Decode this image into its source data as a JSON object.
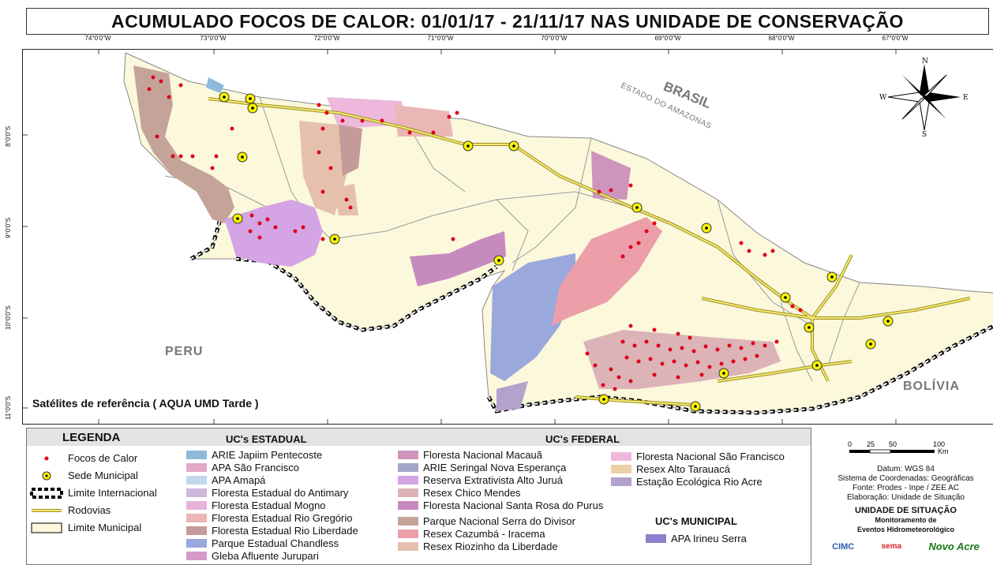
{
  "title": "ACUMULADO FOCOS DE CALOR: 01/01/17 - 21/11/17 NAS UNIDADE DE CONSERVAÇÃO",
  "longitudes": [
    "74°0'0\"W",
    "73°0'0\"W",
    "72°0'0\"W",
    "71°0'0\"W",
    "70°0'0\"W",
    "69°0'0\"W",
    "68°0'0\"W",
    "67°0'0\"W"
  ],
  "latitudes": [
    "8°0'0\"S",
    "9°0'0\"S",
    "10°0'0\"S",
    "11°0'0\"S"
  ],
  "map_labels": {
    "peru": "PERU",
    "bolivia": "BOLÍVIA",
    "brasil": "BRASIL",
    "amazonas": "ESTADO DO AMAZONAS"
  },
  "satellite": "Satélites de referência  ( AQUA UMD Tarde )",
  "compass": {
    "n": "N",
    "s": "S",
    "e": "E",
    "w": "W"
  },
  "colors": {
    "fire": "#e0001b",
    "municipal": "#fbf8dc",
    "road": "#d8c830",
    "border": "#000000"
  },
  "legend": {
    "title": "LEGENDA",
    "basic": [
      {
        "label": "Focos de Calor",
        "symbol": "fire-dot"
      },
      {
        "label": "Sede Municipal",
        "symbol": "seat"
      },
      {
        "label": "Limite Internacional",
        "symbol": "intl-border"
      },
      {
        "label": "Rodovias",
        "symbol": "road"
      },
      {
        "label": "Limite Municipal",
        "symbol": "municipal"
      }
    ],
    "estadual_title": "UC's ESTADUAL",
    "estadual": [
      {
        "label": "ARIE Japiim Pentecoste",
        "color": "#8eb9da"
      },
      {
        "label": "APA São Francisco",
        "color": "#e3a9c6"
      },
      {
        "label": "APA Amapá",
        "color": "#c3d8ee"
      },
      {
        "label": "Floresta Estadual do Antimary",
        "color": "#cdb8dc"
      },
      {
        "label": "Floresta Estadual Mogno",
        "color": "#e7b2dc"
      },
      {
        "label": "Floresta Estadual Rio Gregório",
        "color": "#ebb6b6"
      },
      {
        "label": "Floresta Estadual Rio Liberdade",
        "color": "#c59a9a"
      },
      {
        "label": "Parque Estadual Chandless",
        "color": "#9aa8db"
      },
      {
        "label": "Gleba Afluente Jurupari",
        "color": "#d69ac6"
      }
    ],
    "federal_title": "UC's FEDERAL",
    "federal_col1": [
      {
        "label": "Floresta Nacional Macauã",
        "color": "#cf94bc"
      },
      {
        "label": "ARIE Seringal Nova Esperança",
        "color": "#a2a6c8"
      },
      {
        "label": "Reserva Extrativista Alto Juruá",
        "color": "#d4a4e4"
      },
      {
        "label": "Resex Chico Mendes",
        "color": "#dcb4b8"
      },
      {
        "label": "Floresta Nacional Santa Rosa do Purus",
        "color": "#c78abf"
      },
      {
        "label": "Parque Nacional Serra do Divisor",
        "color": "#c4a499"
      },
      {
        "label": "Resex Cazumbá - Iracema",
        "color": "#ec9fa8"
      },
      {
        "label": "Resex Riozinho da Liberdade",
        "color": "#e5c1ad"
      }
    ],
    "federal_col2": [
      {
        "label": "Floresta Nacional São Francisco",
        "color": "#eeb8dc"
      },
      {
        "label": "Resex Alto Tarauacá",
        "color": "#eed0a6"
      },
      {
        "label": "Estação Ecológica Rio Acre",
        "color": "#b2a2cc"
      }
    ],
    "municipal_title": "UC's MUNICIPAL",
    "municipal": [
      {
        "label": "APA Irineu Serra",
        "color": "#8f80cc"
      }
    ]
  },
  "info": {
    "scale_ticks": [
      "0",
      "25",
      "50",
      "100"
    ],
    "scale_unit": "Km",
    "datum": "Datum: WGS 84",
    "coords": "Sistema de Coordenadas: Geográficas",
    "source": "Fonte: Prodes - Inpe  /  ZEE AC",
    "prepared": "Elaboração: Unidade de Situação",
    "unit_title": "UNIDADE DE SITUAÇÃO",
    "unit_sub1": "Monitoramento de",
    "unit_sub2": "Eventos Hidrometeorológico",
    "logo_cimc": "CIMC",
    "logo_sema": "sema",
    "logo_acre": "Novo Acre"
  }
}
